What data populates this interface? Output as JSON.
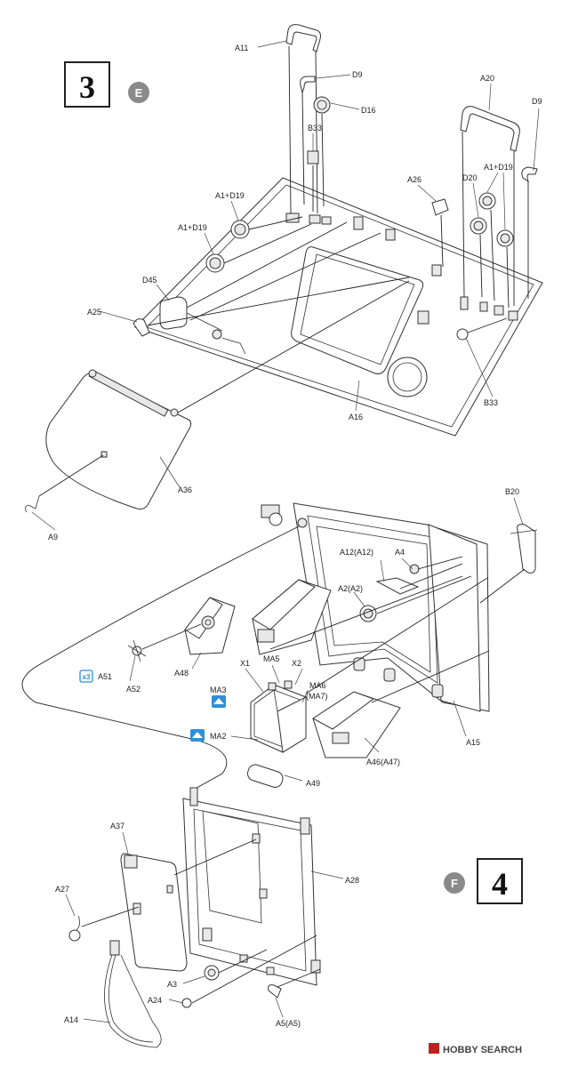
{
  "steps": [
    {
      "number": "3",
      "badge": "E"
    },
    {
      "number": "4",
      "badge": "F"
    }
  ],
  "labels": {
    "a11": "A11",
    "d9a": "D9",
    "d16": "D16",
    "b33a": "B33",
    "a20": "A20",
    "d9b": "D9",
    "a26": "A26",
    "d20": "D20",
    "a1d19a": "A1+D19",
    "a1d19b": "A1+D19",
    "a1d19c": "A1+D19",
    "d45": "D45",
    "a25": "A25",
    "a16": "A16",
    "b33b": "B33",
    "a36": "A36",
    "a9": "A9",
    "b20": "B20",
    "a12": "A12(A12)",
    "a4": "A4",
    "a2": "A2(A2)",
    "a48": "A48",
    "a51": "A51",
    "a52": "A52",
    "x1": "X1",
    "ma5": "MA5",
    "x2": "X2",
    "ma3": "MA3",
    "ma6": "MA6",
    "ma7": "(MA7)",
    "ma2": "MA2",
    "a15": "A15",
    "a46": "A46(A47)",
    "a49": "A49",
    "a37": "A37",
    "a28": "A28",
    "a27": "A27",
    "a3": "A3",
    "a24": "A24",
    "a14": "A14",
    "a5": "A5(A5)"
  },
  "icons": {
    "a51": "x3",
    "ma3": "up-arrow-icon",
    "ma2": "up-arrow-icon"
  },
  "watermark": {
    "text": "HOBBY SEARCH",
    "icon": "logo-icon"
  }
}
